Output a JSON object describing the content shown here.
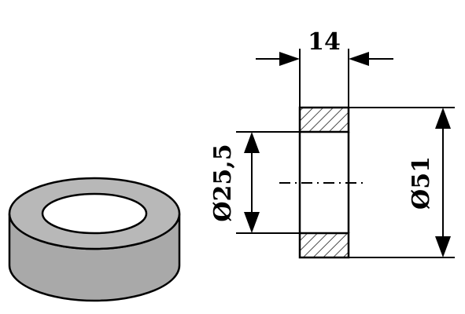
{
  "drawing": {
    "width_label": "14",
    "inner_diameter_label": "Ø25,5",
    "outer_diameter_label": "Ø51"
  },
  "colors": {
    "line": "#000000",
    "ring_top": "#b8b8b8",
    "ring_side": "#a9a9a9",
    "bore": "#ffffff",
    "background": "#ffffff"
  }
}
